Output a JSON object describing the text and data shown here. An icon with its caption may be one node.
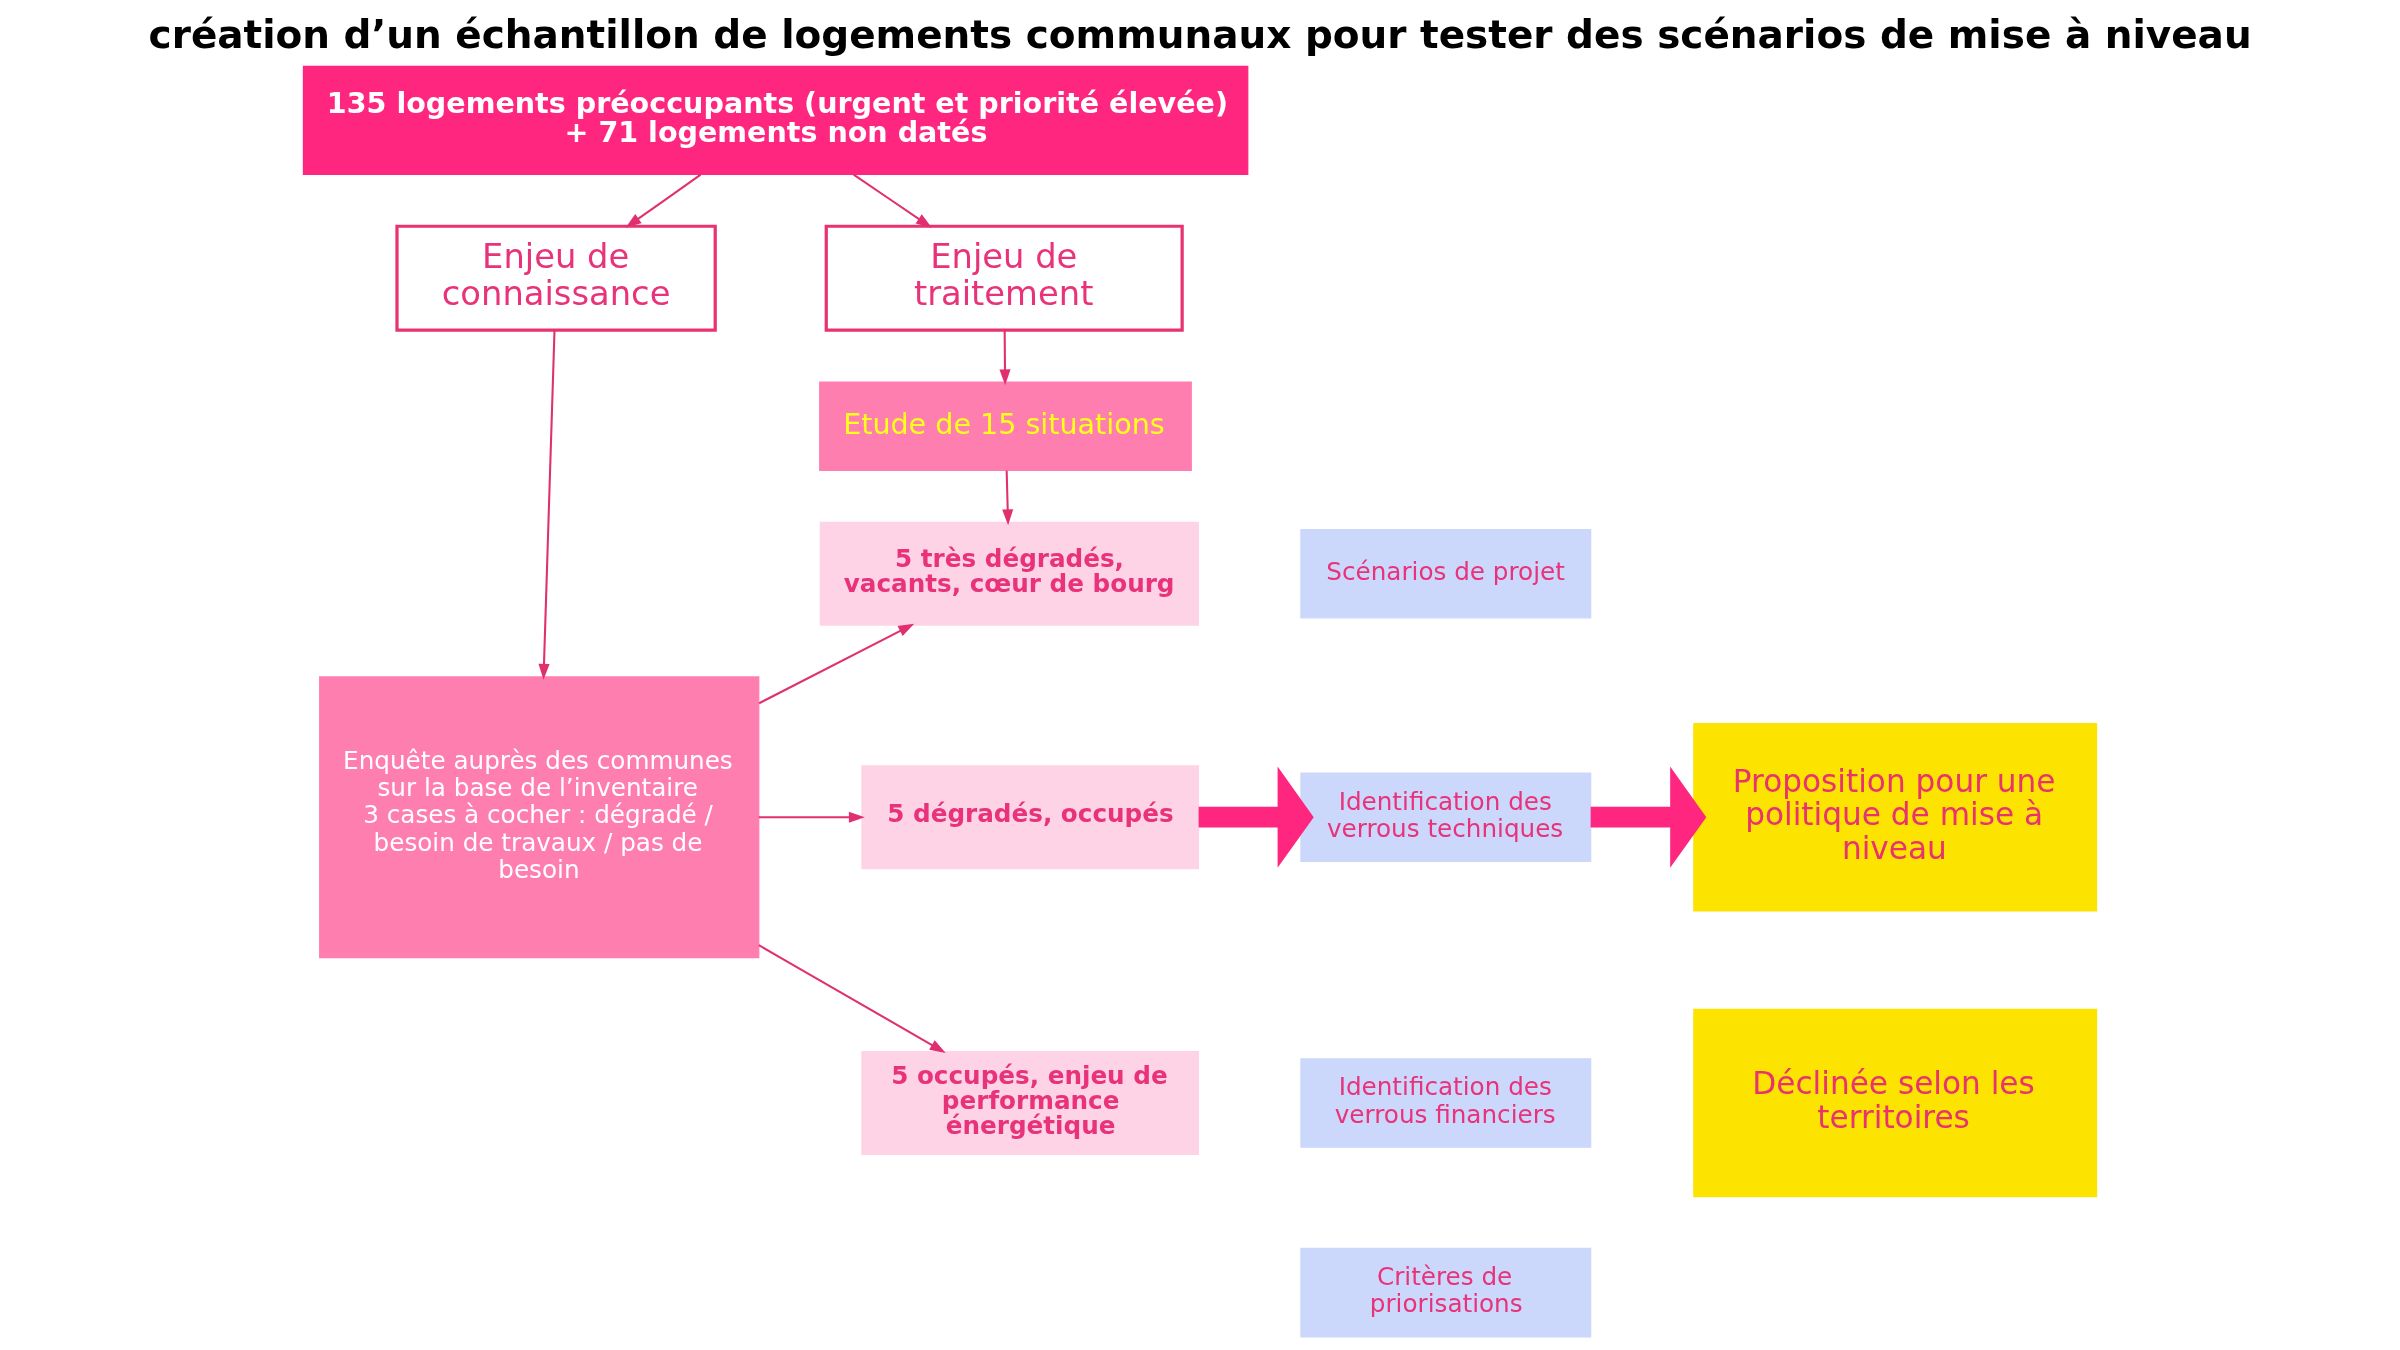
{
  "diagram": {
    "title": "création d’un échantillon de logements communaux pour tester des scénarios de mise à niveau",
    "nodes": [
      {
        "text": [
          "135 logements préoccupants (urgent et priorité élevée) + 71 logements non datés"
        ]
      },
      {
        "text": [
          "Enjeu de connaissance"
        ]
      },
      {
        "text": [
          "Enjeu de traitement"
        ]
      },
      {
        "text": [
          "Etude de 15 situations"
        ]
      },
      {
        "text": [
          "Enquête auprès des communes sur la base de l’inventaire",
          "3 cases à cocher : dégradé / besoin de travaux / pas de besoin"
        ]
      },
      {
        "text": [
          "5 très dégradés, vacants, cœur de bourg"
        ]
      },
      {
        "text": [
          "5 dégradés, occupés"
        ]
      },
      {
        "text": [
          "5 occupés, enjeu de performance énergétique"
        ]
      },
      {
        "text": [
          "Scénarios de projet"
        ]
      },
      {
        "text": [
          "Identification des verrous techniques"
        ]
      },
      {
        "text": [
          "Identification des verrous financiers"
        ]
      },
      {
        "text": [
          "Critères de priorisations"
        ]
      },
      {
        "text": [
          "Proposition pour une politique de mise à niveau"
        ]
      },
      {
        "text": [
          "Déclinée selon les territoires"
        ]
      }
    ],
    "edges": [
      {
        "from": 0,
        "to": 1,
        "arrow": "to"
      },
      {
        "from": 0,
        "to": 2,
        "arrow": "to"
      },
      {
        "from": 1,
        "to": 4,
        "arrow": "to"
      },
      {
        "from": 2,
        "to": 3,
        "arrow": "to"
      },
      {
        "from": 3,
        "to": 5,
        "arrow": "to"
      },
      {
        "from": 4,
        "to": 5,
        "arrow": "to"
      },
      {
        "from": 4,
        "to": 6,
        "arrow": "to"
      },
      {
        "from": 4,
        "to": 7,
        "arrow": "to"
      },
      {
        "from": 6,
        "to": 9,
        "arrow": "to",
        "style": "thick",
        "color": "#ff2680"
      },
      {
        "from": 9,
        "to": 12,
        "arrow": "to",
        "style": "thick",
        "color": "#ff2680"
      }
    ]
  }
}
